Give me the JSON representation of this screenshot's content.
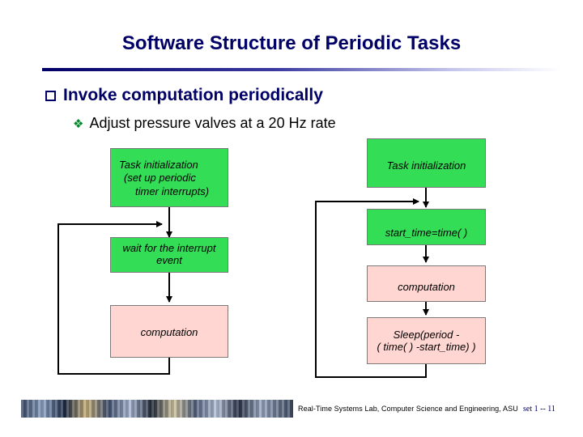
{
  "slide": {
    "title": "Software Structure of Periodic Tasks",
    "bullet1": "Invoke computation periodically",
    "bullet2": "Adjust pressure valves at a 20 Hz rate"
  },
  "left_flow": {
    "init_line1": "Task initialization",
    "init_line2": "(set up periodic",
    "init_line3": "timer interrupts)",
    "wait_line1": "wait for the interrupt",
    "wait_line2": "event",
    "computation": "computation"
  },
  "right_flow": {
    "init": "Task initialization",
    "start_time": "start_time=time( )",
    "computation": "computation",
    "sleep_line1": "Sleep(period -",
    "sleep_line2": "( time( ) -start_time) )"
  },
  "footer": {
    "institution": "Real-Time Systems Lab, Computer Science and Engineering, ASU",
    "page": "set 1 -- 11"
  },
  "colors": {
    "title": "#000066",
    "green_box": "#33dd55",
    "pink_box": "#ffd6d2",
    "diamond_bullet": "#00882a"
  }
}
